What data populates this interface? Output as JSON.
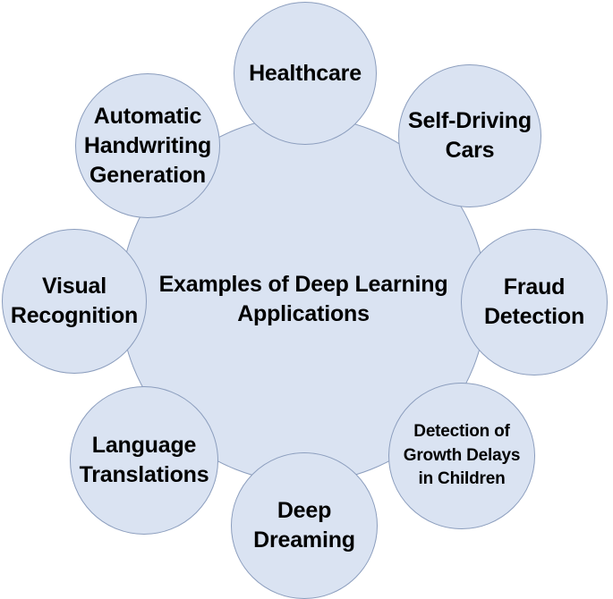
{
  "colors": {
    "fill": "#dae3f2",
    "stroke": "#8b9dbd"
  },
  "diagram": {
    "center": {
      "label": "Examples of Deep Learning\nApplications"
    },
    "nodes": [
      {
        "id": "healthcare",
        "label": "Healthcare"
      },
      {
        "id": "self-driving-cars",
        "label": "Self-Driving\nCars"
      },
      {
        "id": "fraud-detection",
        "label": "Fraud\nDetection"
      },
      {
        "id": "detection-of-growth-delays",
        "label": "Detection of\nGrowth Delays\nin Children"
      },
      {
        "id": "deep-dreaming",
        "label": "Deep\nDreaming"
      },
      {
        "id": "language-translations",
        "label": "Language\nTranslations"
      },
      {
        "id": "visual-recognition",
        "label": "Visual\nRecognition"
      },
      {
        "id": "automatic-handwriting-generation",
        "label": "Automatic\nHandwriting\nGeneration"
      }
    ]
  }
}
